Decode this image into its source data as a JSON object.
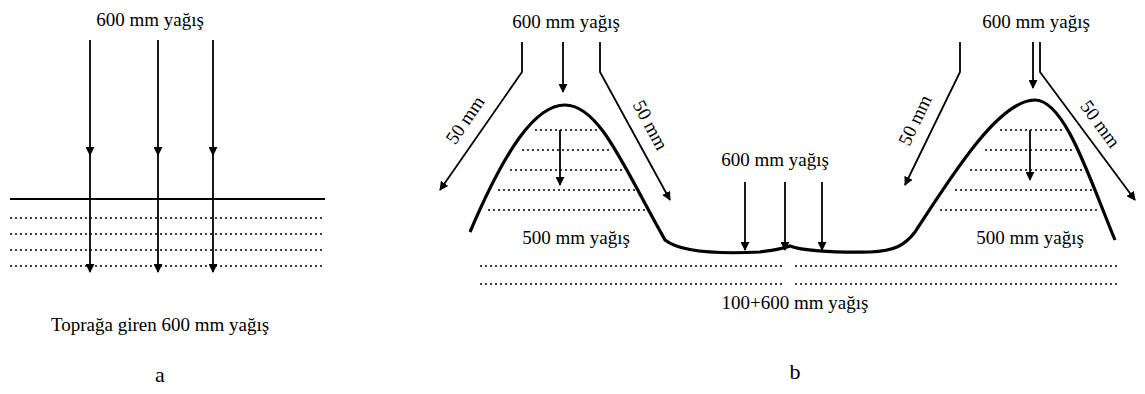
{
  "diagram": {
    "labels": [
      "600 mm yağış",
      "Toprağa giren 600 mm yağış",
      "a",
      "600 mm yağış",
      "50 mm",
      "50 mm",
      "500 mm yağış",
      "600 mm yağış",
      "600 mm yağış",
      "50 mm",
      "50 mm",
      "500 mm yağış",
      "100+600 mm yağış",
      "b"
    ]
  }
}
